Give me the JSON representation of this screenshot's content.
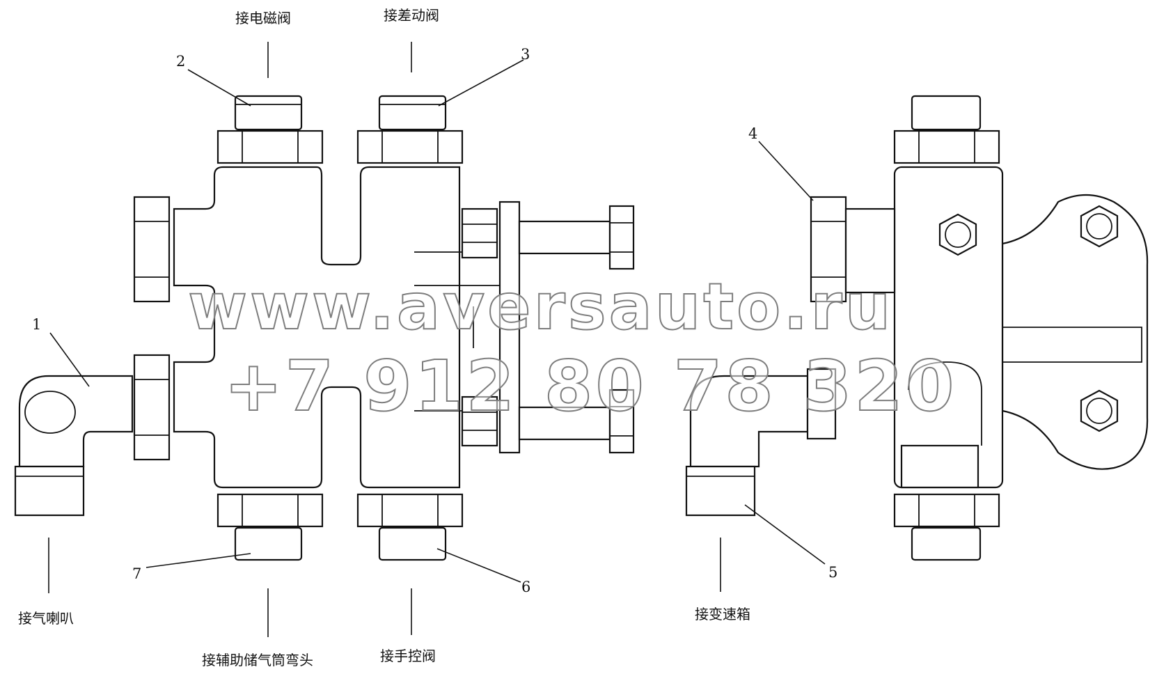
{
  "labels": {
    "top_left": "接电磁阀",
    "top_middle": "接差动阀",
    "bottom_left": "接气喇叭",
    "bottom_middle_left": "接辅助储气筒弯头",
    "bottom_middle_right": "接手控阀",
    "bottom_right": "接变速箱"
  },
  "callouts": {
    "n1": "1",
    "n2": "2",
    "n3": "3",
    "n4": "4",
    "n5": "5",
    "n6": "6",
    "n7": "7"
  },
  "watermark": {
    "url": "www.aversauto.ru",
    "phone": "+7 912 80 78 320"
  }
}
